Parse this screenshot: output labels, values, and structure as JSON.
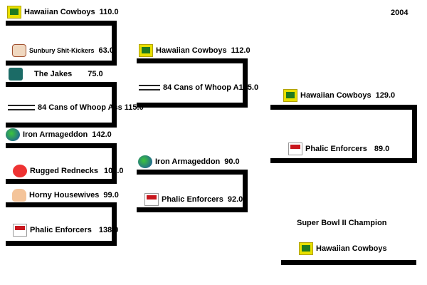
{
  "year": "2004",
  "round1": [
    {
      "team": "Hawaiian Cowboys",
      "score": "110.0",
      "logo": "flag-icon"
    },
    {
      "team": "Sunbury Shit-Kickers",
      "score": "63.0",
      "logo": "cartoon-icon"
    },
    {
      "team": "The Jakes",
      "score": "75.0",
      "logo": "dark-logo-icon"
    },
    {
      "team": "84 Cans of Whoop Ass",
      "score": "115.0",
      "logo": "text-strip-icon"
    },
    {
      "team": "Iron Armageddon",
      "score": "142.0",
      "logo": "globe-icon"
    },
    {
      "team": "Rugged Rednecks",
      "score": "105.0",
      "logo": "redneck-icon"
    },
    {
      "team": "Horny Housewives",
      "score": "99.0",
      "logo": "woman-icon"
    },
    {
      "team": "Phalic Enforcers",
      "score": "138.0",
      "logo": "crest-icon"
    }
  ],
  "round2": [
    {
      "team": "Hawaiian Cowboys",
      "score": "112.0",
      "logo": "flag-icon"
    },
    {
      "team": "84 Cans of Whoop A",
      "score": "105.0",
      "logo": "text-strip-icon"
    },
    {
      "team": "Iron Armageddon",
      "score": "90.0",
      "logo": "globe-icon"
    },
    {
      "team": "Phalic Enforcers",
      "score": "92.0",
      "logo": "crest-icon"
    }
  ],
  "round3": [
    {
      "team": "Hawaiian Cowboys",
      "score": "129.0",
      "logo": "flag-icon"
    },
    {
      "team": "Phalic Enforcers",
      "score": "89.0",
      "logo": "crest-icon"
    }
  ],
  "champion": {
    "title": "Super Bowl II Champion",
    "team": "Hawaiian Cowboys",
    "logo": "flag-icon"
  }
}
